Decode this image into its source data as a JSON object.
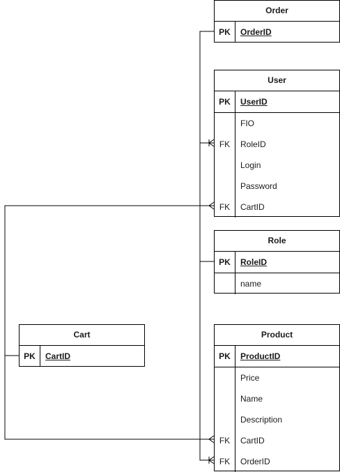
{
  "entities": {
    "order": {
      "title": "Order",
      "rows": [
        {
          "key": "PK",
          "field": "OrderID"
        }
      ]
    },
    "user": {
      "title": "User",
      "rows": [
        {
          "key": "PK",
          "field": "UserID"
        },
        {
          "key": "",
          "field": "FIO"
        },
        {
          "key": "FK",
          "field": "RoleID"
        },
        {
          "key": "",
          "field": "Login"
        },
        {
          "key": "",
          "field": "Password"
        },
        {
          "key": "FK",
          "field": "CartID"
        }
      ]
    },
    "role": {
      "title": "Role",
      "rows": [
        {
          "key": "PK",
          "field": "RoleID"
        },
        {
          "key": "",
          "field": "name"
        }
      ]
    },
    "cart": {
      "title": "Cart",
      "rows": [
        {
          "key": "PK",
          "field": "CartID"
        }
      ]
    },
    "product": {
      "title": "Product",
      "rows": [
        {
          "key": "PK",
          "field": "ProductID"
        },
        {
          "key": "",
          "field": "Price"
        },
        {
          "key": "",
          "field": "Name"
        },
        {
          "key": "",
          "field": "Description"
        },
        {
          "key": "FK",
          "field": "CartID"
        },
        {
          "key": "FK",
          "field": "OrderID"
        }
      ]
    }
  },
  "colors": {
    "line": "#000000",
    "border": "#000000",
    "text": "#1a1a1a",
    "background": "#ffffff"
  }
}
